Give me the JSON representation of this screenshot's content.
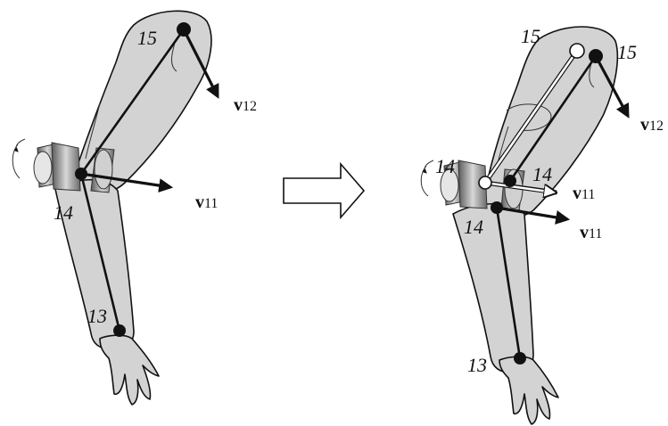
{
  "colors": {
    "limb_fill": "#d3d3d3",
    "outline": "#111111",
    "joint_steel": "#7a7a7a",
    "background": "#ffffff"
  },
  "left_arm": {
    "joint_labels": {
      "shoulder": "15",
      "elbow": "14",
      "wrist": "13"
    },
    "vector_labels": [
      {
        "letter": "v",
        "sub": "12"
      },
      {
        "letter": "v",
        "sub": "11"
      }
    ]
  },
  "right_arm": {
    "joint_labels": {
      "shoulder_original": "15",
      "shoulder": "15",
      "elbow_original": "14",
      "elbow_upper": "14",
      "elbow_lower": "14",
      "wrist": "13"
    },
    "vector_labels": [
      {
        "letter": "v",
        "sub": "12"
      },
      {
        "letter": "v",
        "sub": "11"
      },
      {
        "letter": "v",
        "sub": "11"
      }
    ]
  },
  "transition_arrow": {
    "icon": "hollow-right-arrow"
  }
}
